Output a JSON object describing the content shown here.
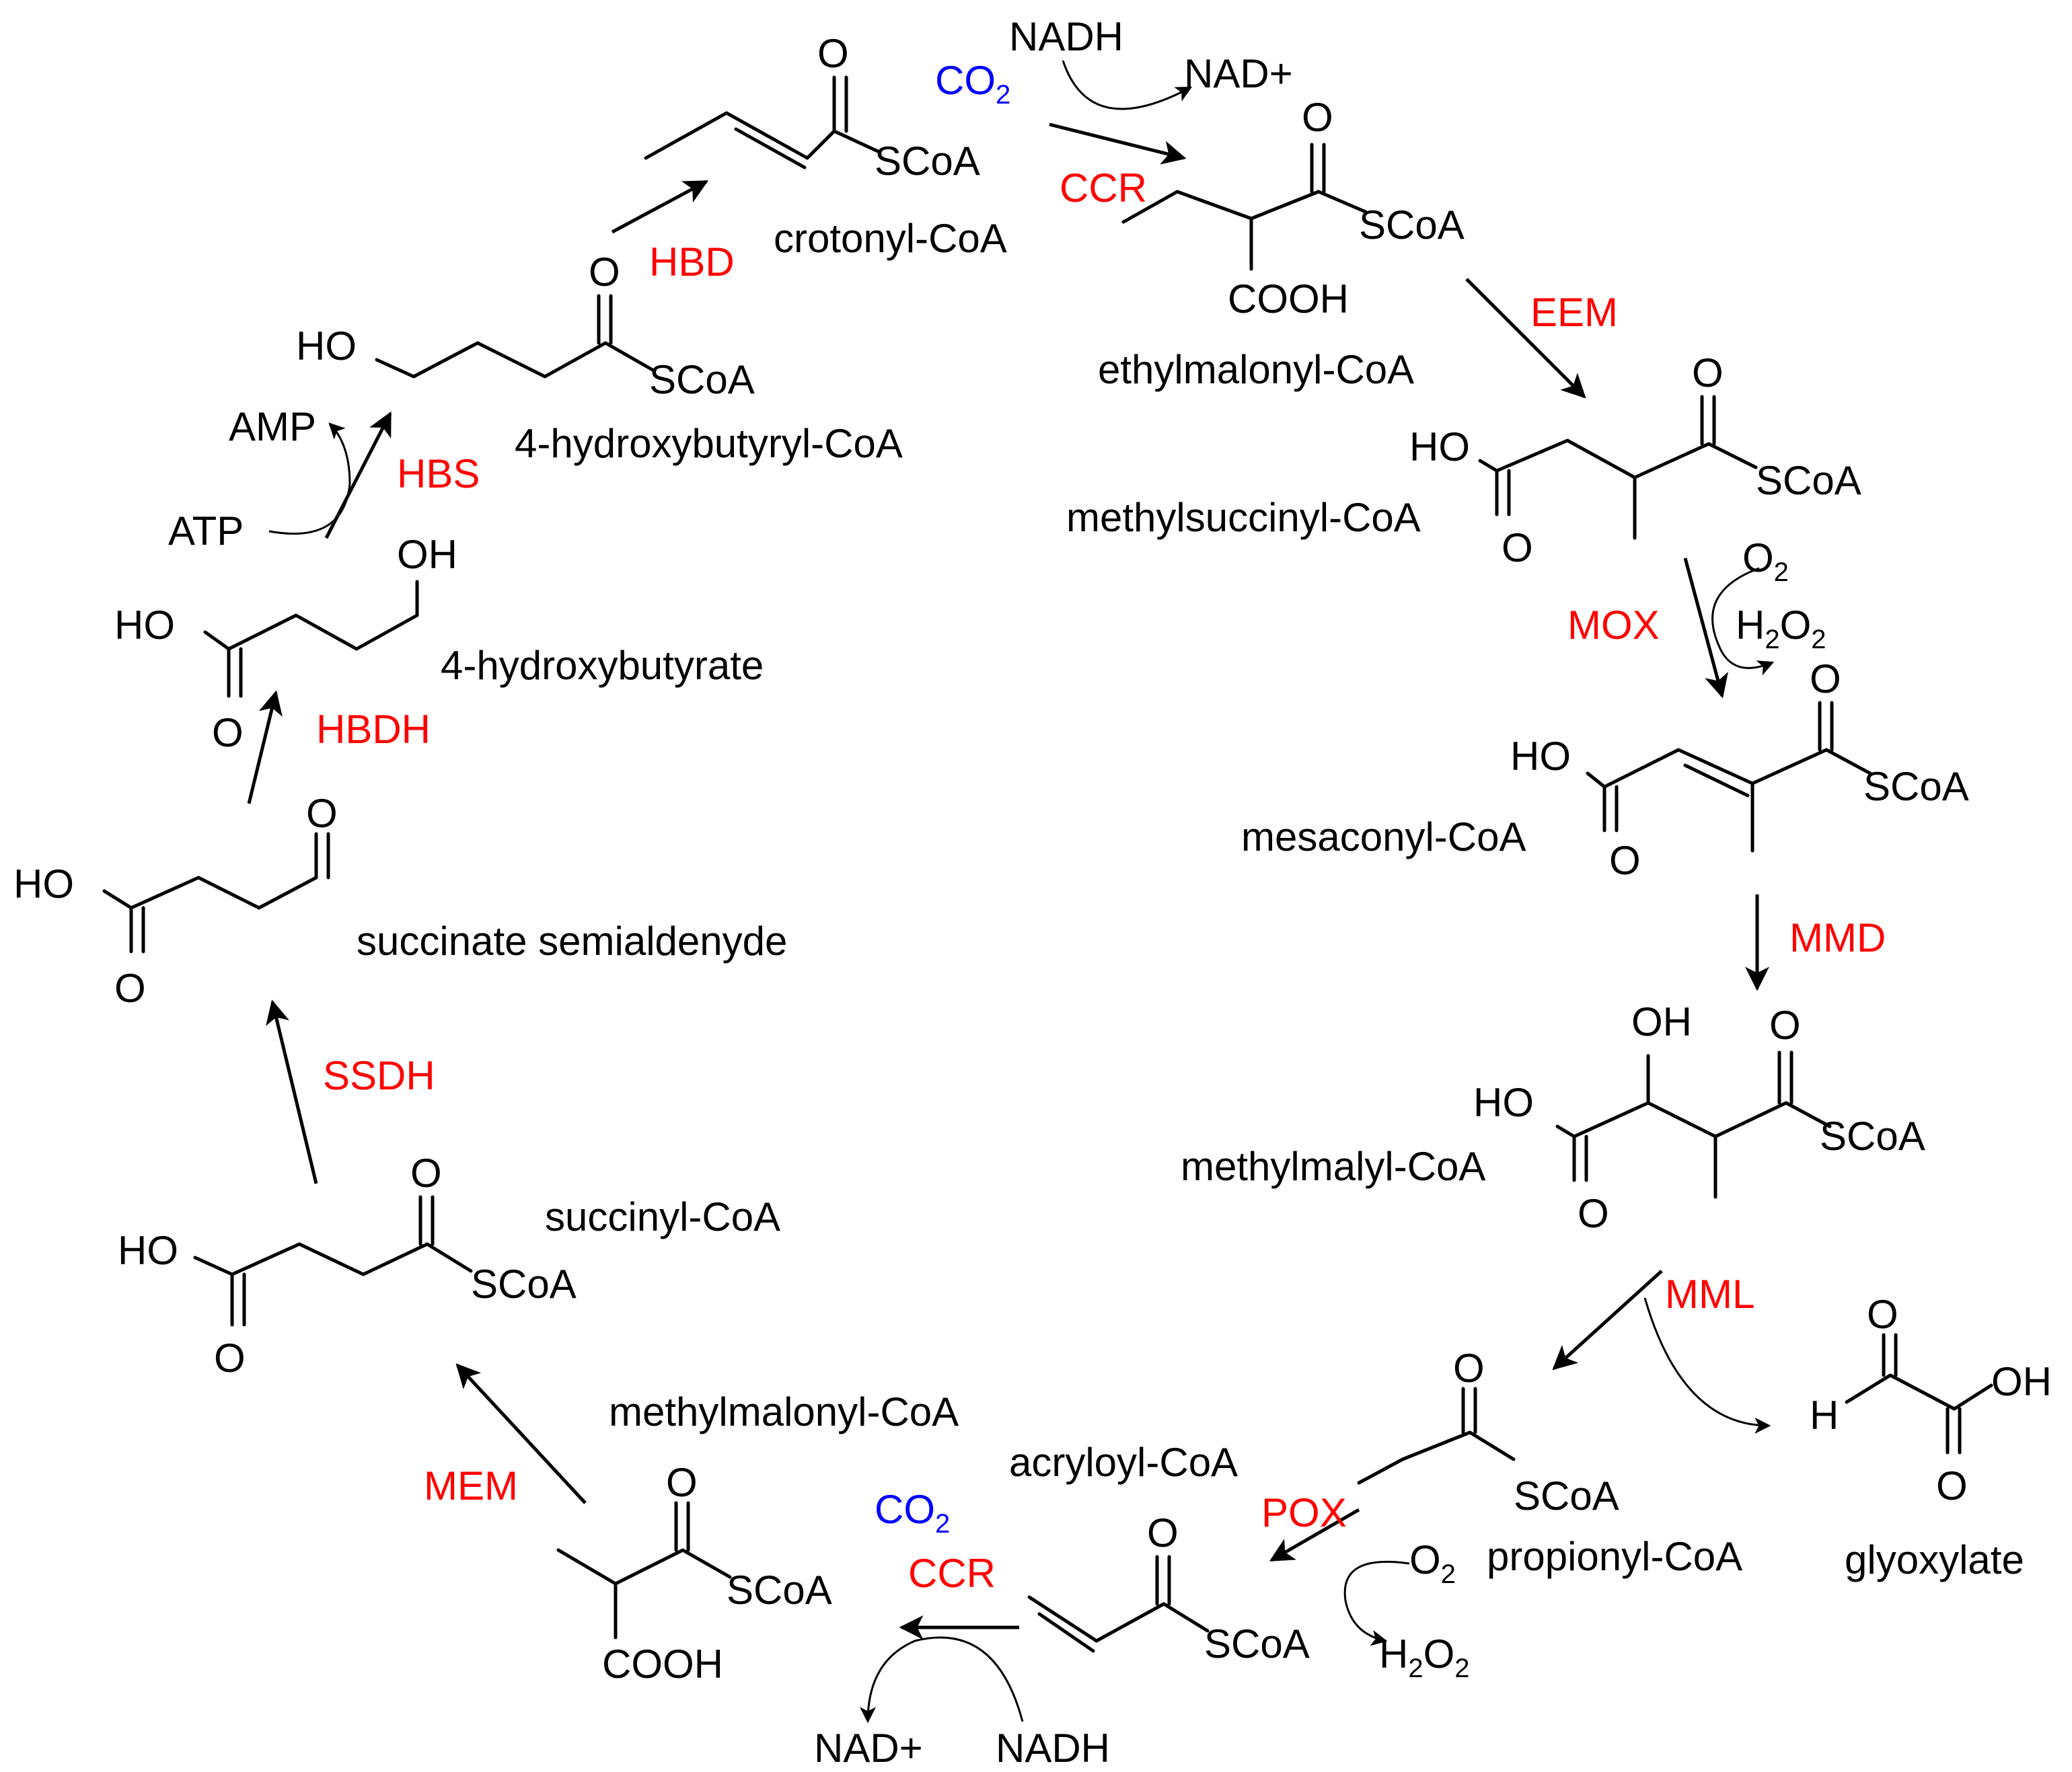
{
  "compounds": {
    "crotonyl": "crotonyl-CoA",
    "ethylmalonyl": "ethylmalonyl-CoA",
    "methylsuccinyl": "methylsuccinyl-CoA",
    "mesaconyl": "mesaconyl-CoA",
    "methylmalyl": "methylmalyl-CoA",
    "glyoxylate": "glyoxylate",
    "propionyl": "propionyl-CoA",
    "acryloyl": "acryloyl-CoA",
    "methylmalonyl": "methylmalonyl-CoA",
    "succinyl": "succinyl-CoA",
    "succinate_semialdehyde": "succinate semialdenyde",
    "hydroxybutyrate": "4-hydroxybutyrate",
    "hydroxybutyryl": "4-hydroxybutyryl-CoA"
  },
  "enzymes": {
    "ccr_top": "CCR",
    "eem": "EEM",
    "mox": "MOX",
    "mmd": "MMD",
    "mml": "MML",
    "pox": "POX",
    "ccr_bottom": "CCR",
    "mem": "MEM",
    "ssdh": "SSDH",
    "hbdh": "HBDH",
    "hbs": "HBS",
    "hbd": "HBD"
  },
  "cofactors": {
    "nadh_top": "NADH",
    "nad_top": "NAD+",
    "nadh_bottom": "NADH",
    "nad_bottom": "NAD+",
    "atp": "ATP",
    "amp": "AMP",
    "co2_top": "CO",
    "co2_top_sub": "2",
    "co2_bottom": "CO",
    "co2_bottom_sub": "2",
    "o2_mox": "O",
    "o2_mox_sub": "2",
    "h2o2_mox_h": "H",
    "h2o2_mox_sub1": "2",
    "h2o2_mox_o": "O",
    "h2o2_mox_sub2": "2",
    "o2_pox": "O",
    "o2_pox_sub": "2",
    "h2o2_pox_h": "H",
    "h2o2_pox_sub1": "2",
    "h2o2_pox_o": "O",
    "h2o2_pox_sub2": "2"
  },
  "atoms": {
    "o": "O",
    "oh": "OH",
    "ho": "HO",
    "h": "H",
    "scoa": "SCoA",
    "cooh": "COOH"
  },
  "colors": {
    "enzyme": "#ff0000",
    "co2": "#0000ff",
    "structure": "#000000"
  }
}
